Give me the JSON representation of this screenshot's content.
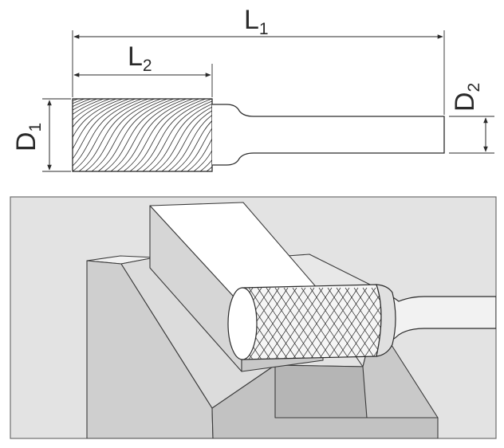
{
  "dimensions": {
    "overall_length": {
      "symbol": "L",
      "subscript": "1"
    },
    "head_length": {
      "symbol": "L",
      "subscript": "2"
    },
    "head_diameter": {
      "symbol": "D",
      "subscript": "1"
    },
    "shank_diameter": {
      "symbol": "D",
      "subscript": "2"
    }
  },
  "colors": {
    "line": "#2a2a2a",
    "frame": "#6e6e6e",
    "panel_bg": "#e3e3e3",
    "light_face": "#f4f4f4",
    "mid_face": "#d2d2d2",
    "dark_face": "#bcbcbc"
  }
}
